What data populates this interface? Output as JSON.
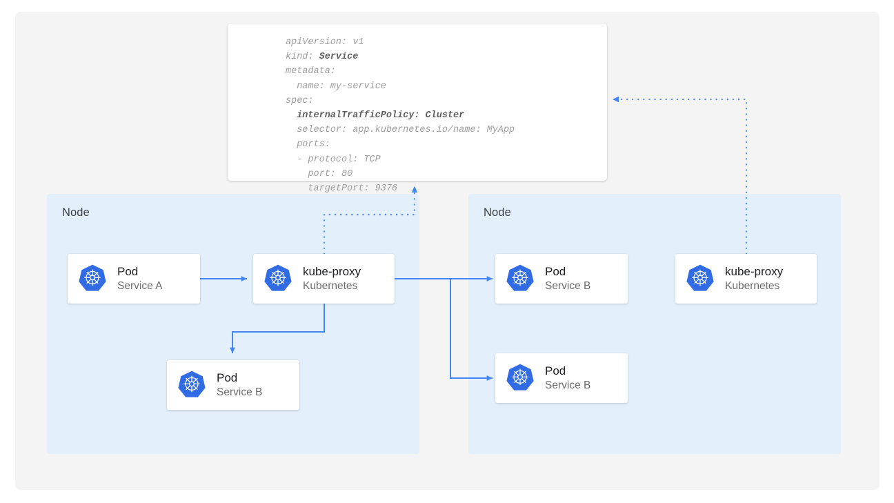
{
  "canvas": {
    "background": "#ffffff",
    "panel_color": "#f4f4f4",
    "node_color": "#e3f0fc",
    "accent": "#4285f4",
    "arrow_color": "#4285f4",
    "dotted_color": "#5b8def",
    "logo_color": "#326ce5"
  },
  "yaml": {
    "name": "service-manifest",
    "lines": [
      {
        "text": "apiVersion: v1",
        "bold": false
      },
      {
        "text": "kind: ",
        "boldText": "Service",
        "bold": false
      },
      {
        "text": "metadata:",
        "bold": false
      },
      {
        "text": "  name: my-service",
        "bold": false
      },
      {
        "text": "spec:",
        "bold": false
      },
      {
        "text": "  internalTrafficPolicy: Cluster",
        "bold": true
      },
      {
        "text": "  selector: app.kubernetes.io/name: MyApp",
        "bold": false
      },
      {
        "text": "  ports:",
        "bold": false
      },
      {
        "text": "  - protocol: TCP",
        "bold": false
      },
      {
        "text": "    port: 80",
        "bold": false
      },
      {
        "text": "    targetPort: 9376",
        "bold": false
      }
    ]
  },
  "nodes": [
    {
      "label": "Node"
    },
    {
      "label": "Node"
    }
  ],
  "boxes": [
    {
      "id": "pod-service-a",
      "title": "Pod",
      "subtitle": "Service A"
    },
    {
      "id": "kube-proxy-left",
      "title": "kube-proxy",
      "subtitle": "Kubernetes"
    },
    {
      "id": "pod-service-b-left",
      "title": "Pod",
      "subtitle": "Service B"
    },
    {
      "id": "pod-service-b-right-top",
      "title": "Pod",
      "subtitle": "Service B"
    },
    {
      "id": "kube-proxy-right",
      "title": "kube-proxy",
      "subtitle": "Kubernetes"
    },
    {
      "id": "pod-service-b-right-bottom",
      "title": "Pod",
      "subtitle": "Service B"
    }
  ],
  "icons": {
    "kubernetes": "kubernetes-logo-icon"
  }
}
